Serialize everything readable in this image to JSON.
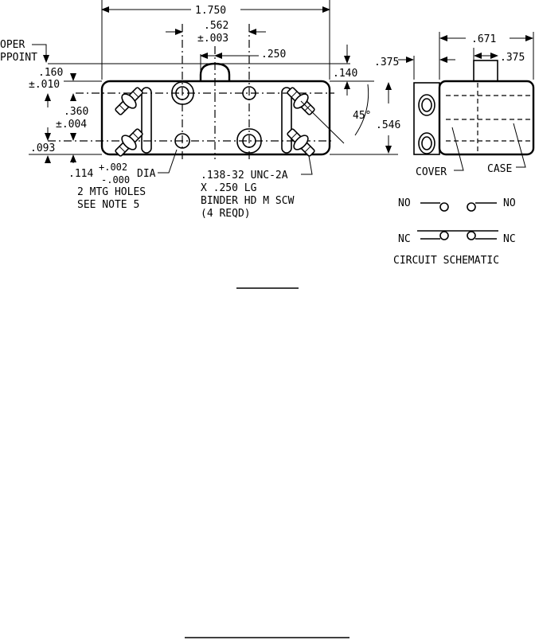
{
  "dimensions": {
    "overall_length": "1.750",
    "hole_spacing": ".562",
    "hole_spacing_tol": "±.003",
    "plunger_offset": ".250",
    "edge_to_hole": ".160",
    "edge_to_hole_tol": "±.010",
    "hole_vertical_spacing": ".360",
    "hole_vertical_tol": "±.004",
    "bottom_offset": ".093",
    "top_offset": ".140",
    "side_width": ".375",
    "side_plunger_offset": ".375",
    "cover_width": ".671",
    "height": ".546",
    "angle": "45°"
  },
  "labels": {
    "oper_line1": "OPER",
    "oper_line2": "PPOINT",
    "hole_dia": ".114",
    "hole_dia_plus": "+.002",
    "hole_dia_minus": "-.000",
    "hole_dia_suffix": "DIA",
    "mtg_holes": "2 MTG HOLES",
    "see_note": "SEE NOTE 5",
    "screw_line1": ".138-32 UNC-2A",
    "screw_line2": "X .250 LG",
    "screw_line3": "BINDER HD M SCW",
    "screw_line4": "(4 REQD)",
    "cover": "COVER",
    "case": "CASE"
  },
  "schematic": {
    "no_left": "NO",
    "no_right": "NO",
    "nc_left": "NC",
    "nc_right": "NC",
    "title": "CIRCUIT SCHEMATIC"
  }
}
